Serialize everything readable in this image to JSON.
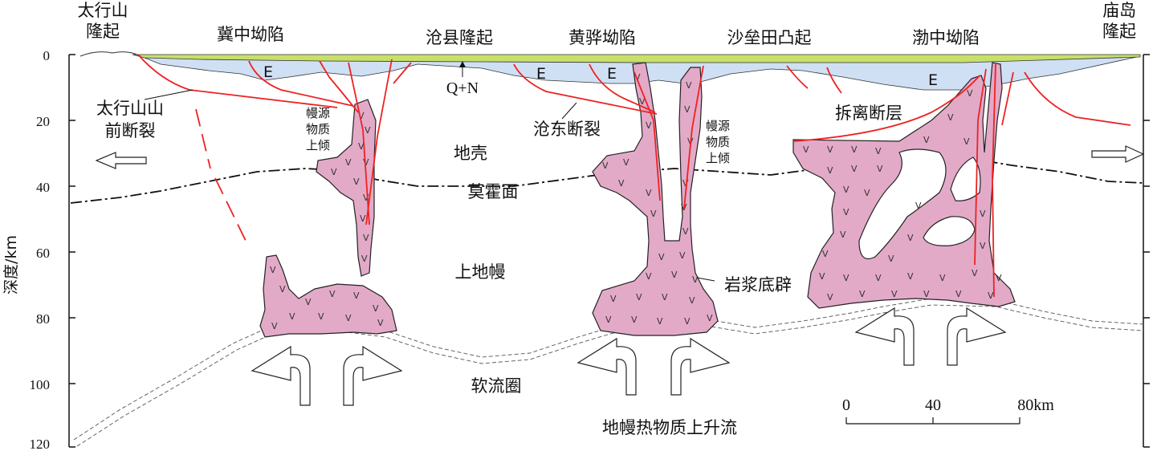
{
  "top_labels": {
    "taihang": [
      "太行山",
      "隆起"
    ],
    "jizhong": "冀中坳陷",
    "cangxian": "沧县隆起",
    "huanghua": "黄骅坳陷",
    "shaleitian": "沙垒田凸起",
    "bozhong": "渤中坳陷",
    "miaodao": [
      "庙岛",
      "隆起"
    ]
  },
  "y_axis": {
    "label": "深度/km",
    "ticks": [
      "0",
      "20",
      "40",
      "60",
      "80",
      "100",
      "120"
    ]
  },
  "labels": {
    "qn": "Q+N",
    "e": "E",
    "taihang_fault": [
      "太行山山",
      "前断裂"
    ],
    "mantle_tilt": [
      "幔源",
      "物质",
      "上倾"
    ],
    "cangdong_fault": "沧东断裂",
    "detachment": "拆离断层",
    "crust": "地壳",
    "moho": "莫霍面",
    "upper_mantle": "上地幔",
    "diapir": "岩浆底辟",
    "asthenosphere": "软流圈",
    "upwelling": "地幔热物质上升流"
  },
  "scale_bar": {
    "ticks": [
      "0",
      "40",
      "80km"
    ]
  },
  "colors": {
    "sediment_qn": "#c8e06a",
    "sediment_e": "#cfe0f4",
    "magma": "#e3aac8",
    "fault": "#ee2222"
  }
}
